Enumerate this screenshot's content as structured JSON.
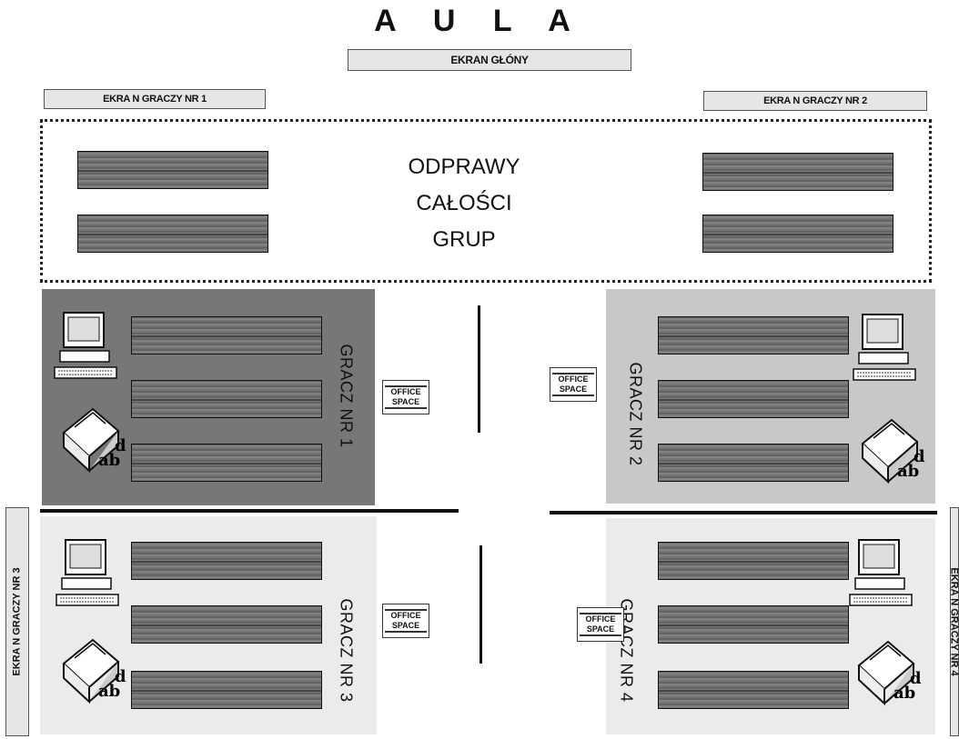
{
  "title": "A U L A",
  "main_screen": "EKRAN GŁÓNY",
  "screens": {
    "s1": "EKRA N GRACZY NR 1",
    "s2": "EKRA N GRACZY NR 2",
    "s3": "EKRA N GRACZY NR 3",
    "s4": "EKRA N GRACZY NR 4"
  },
  "briefing": {
    "line1": "ODPRAWY",
    "line2": "CAŁOŚCI",
    "line3": "GRUP"
  },
  "players": {
    "p1": "GRACZ NR 1",
    "p2": "GRACZ NR 2",
    "p3": "GRACZ NR 3",
    "p4": "GRACZ NR 4"
  },
  "office": {
    "line1": "OFFICE",
    "line2": "SPACE"
  },
  "icons": [
    "computer-icon",
    "printer-icon"
  ],
  "colors": {
    "zone1": "#777777",
    "zone2": "#c8c8c8",
    "zone3": "#ebebeb",
    "zone4": "#ebebeb",
    "desk": "#707070"
  }
}
